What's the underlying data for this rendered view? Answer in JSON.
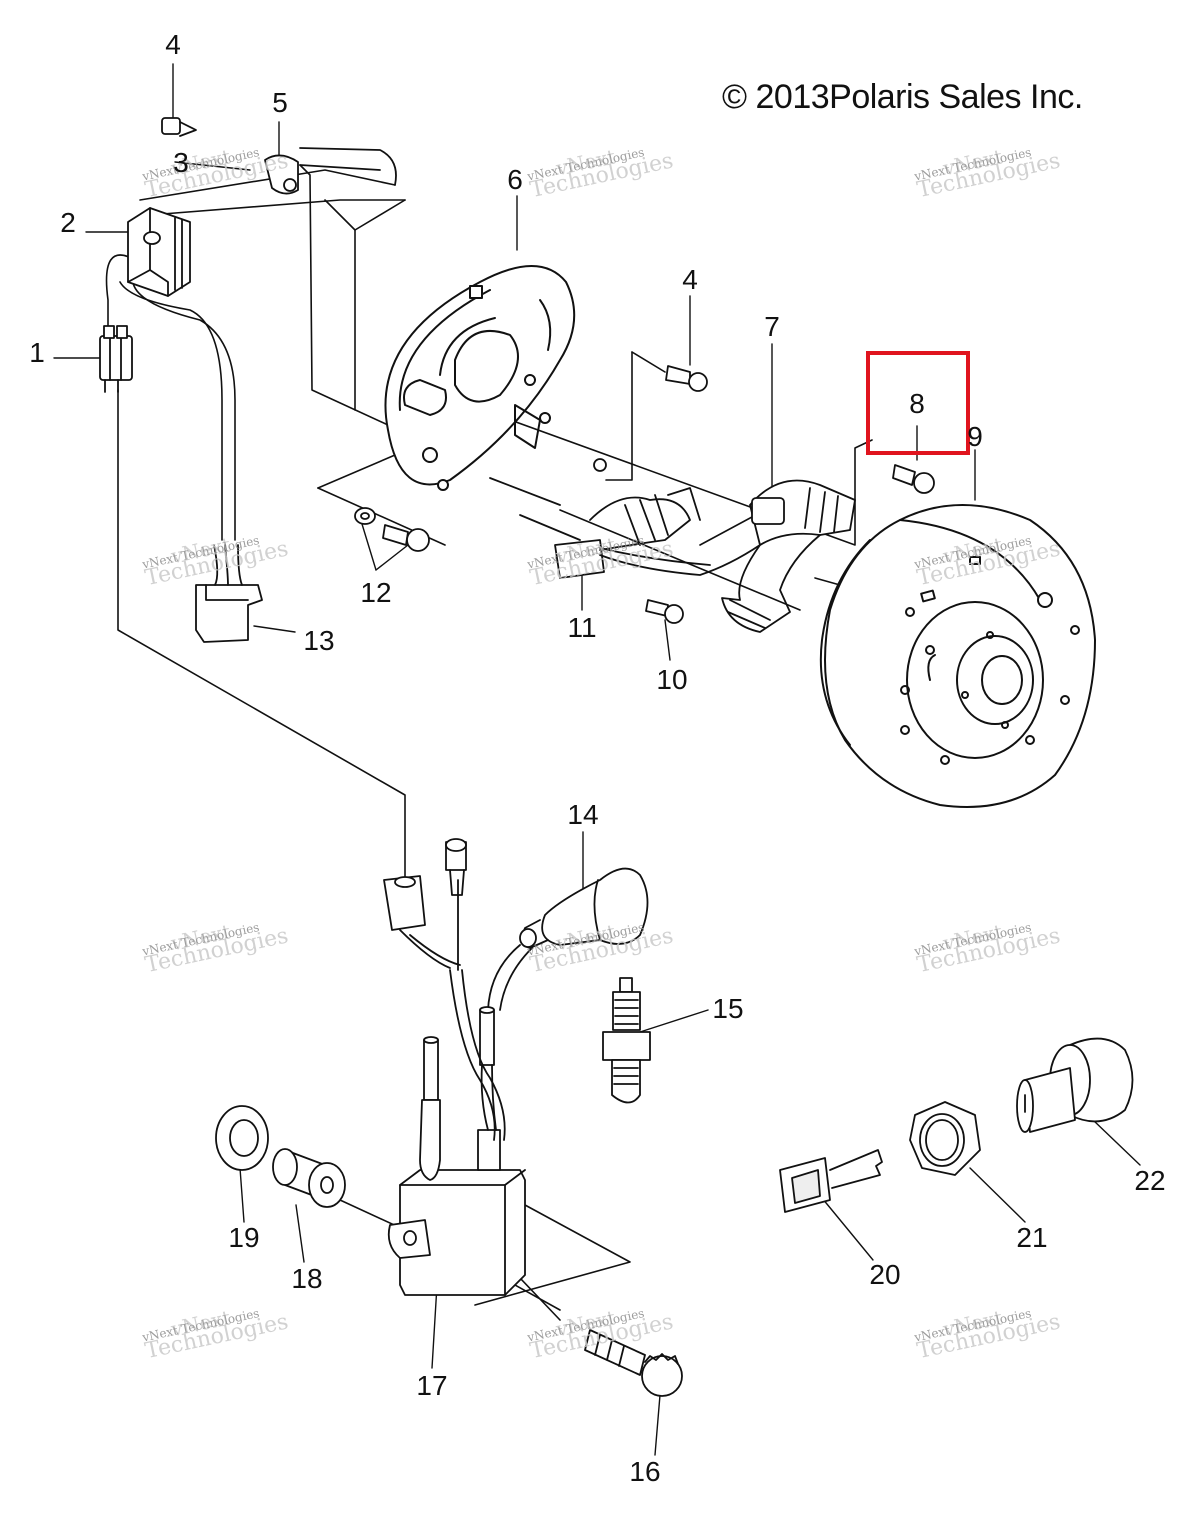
{
  "copyright": "© 2013Polaris Sales Inc.",
  "watermark": {
    "line1": "vNext",
    "line2": "vNext Technologies",
    "line3": "Technologies"
  },
  "highlight_color": "#e0141e",
  "callouts": {
    "c1": "1",
    "c2": "2",
    "c3": "3",
    "c4a": "4",
    "c4b": "4",
    "c5": "5",
    "c6": "6",
    "c7": "7",
    "c8": "8",
    "c9": "9",
    "c10": "10",
    "c11": "11",
    "c12": "12",
    "c13": "13",
    "c14": "14",
    "c15": "15",
    "c16": "16",
    "c17": "17",
    "c18": "18",
    "c19": "19",
    "c20": "20",
    "c21": "21",
    "c22": "22"
  }
}
